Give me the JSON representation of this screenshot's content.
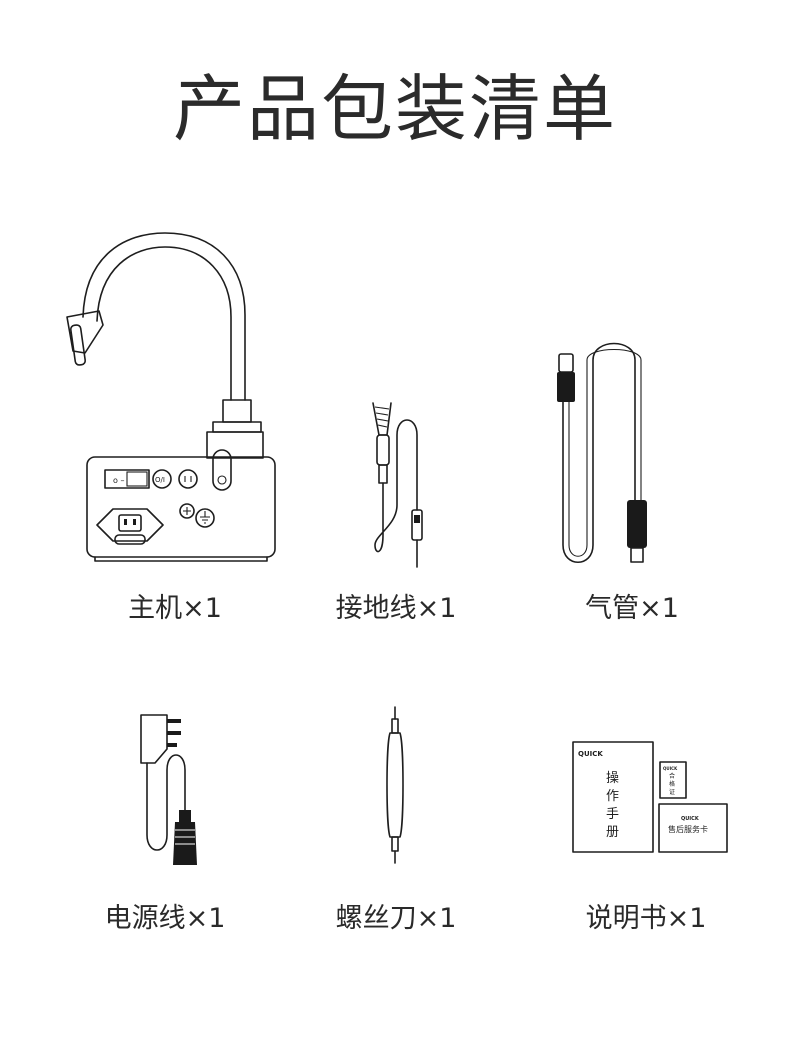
{
  "title": "产品包装清单",
  "items": [
    {
      "label": "主机×1"
    },
    {
      "label": "接地线×1"
    },
    {
      "label": "气管×1"
    },
    {
      "label": "电源线×1"
    },
    {
      "label": "螺丝刀×1"
    },
    {
      "label": "说明书×1"
    }
  ],
  "manual": {
    "brand": "QUICK",
    "booklet_title": "操作手册",
    "certificate": "合格证",
    "service_card": "售后服务卡"
  },
  "host_panel": {
    "switch_marks": "o  –",
    "onoff": "O/I"
  }
}
